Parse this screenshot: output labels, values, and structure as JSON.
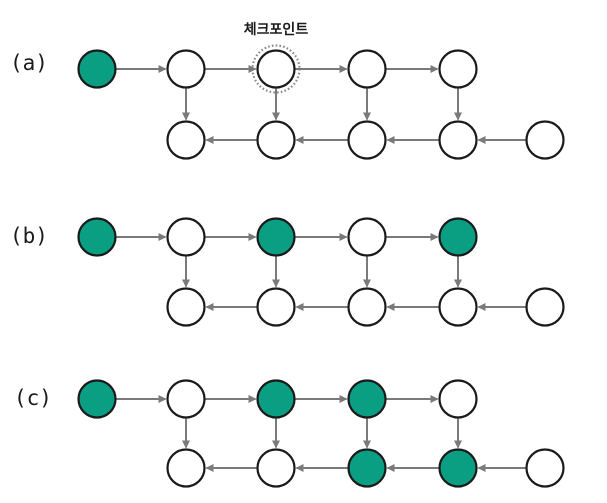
{
  "colors": {
    "saved_node": "#0a9e83",
    "empty_node": "#ffffff",
    "edge": "#7a7a7a"
  },
  "checkpoint_label": "체크포인트",
  "panels": [
    {
      "label": "(a)",
      "top_saved": [
        true,
        false,
        false,
        false,
        false
      ],
      "bottom_saved": [
        false,
        false,
        false,
        false,
        false
      ],
      "checkpoint_index": 2
    },
    {
      "label": "(b)",
      "top_saved": [
        true,
        false,
        true,
        false,
        true
      ],
      "bottom_saved": [
        false,
        false,
        false,
        false,
        false
      ],
      "checkpoint_index": null
    },
    {
      "label": "(c)",
      "top_saved": [
        true,
        false,
        true,
        true,
        false
      ],
      "bottom_saved": [
        false,
        false,
        true,
        true,
        false
      ],
      "checkpoint_index": null
    }
  ]
}
